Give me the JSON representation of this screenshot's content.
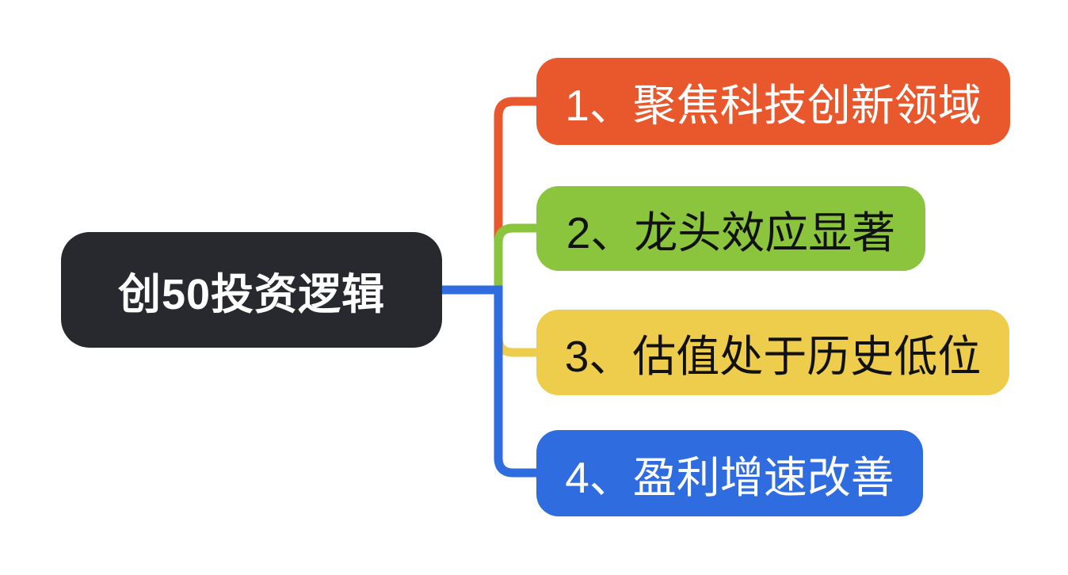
{
  "canvas": {
    "background": "#FFFFFF"
  },
  "mindmap": {
    "root": {
      "label": "创50投资逻辑",
      "color": "#27292E",
      "text_color": "#FFFFFF"
    },
    "branches": [
      {
        "label": "1、聚焦科技创新领域",
        "color": "#E9582C",
        "text_color": "#FFFFFF"
      },
      {
        "label": "2、龙头效应显著",
        "color": "#8BC53E",
        "text_color": "#111111"
      },
      {
        "label": "3、估值处于历史低位",
        "color": "#EDCD4B",
        "text_color": "#111111"
      },
      {
        "label": "4、盈利增速改善",
        "color": "#2E6CE0",
        "text_color": "#FFFFFF"
      }
    ]
  }
}
